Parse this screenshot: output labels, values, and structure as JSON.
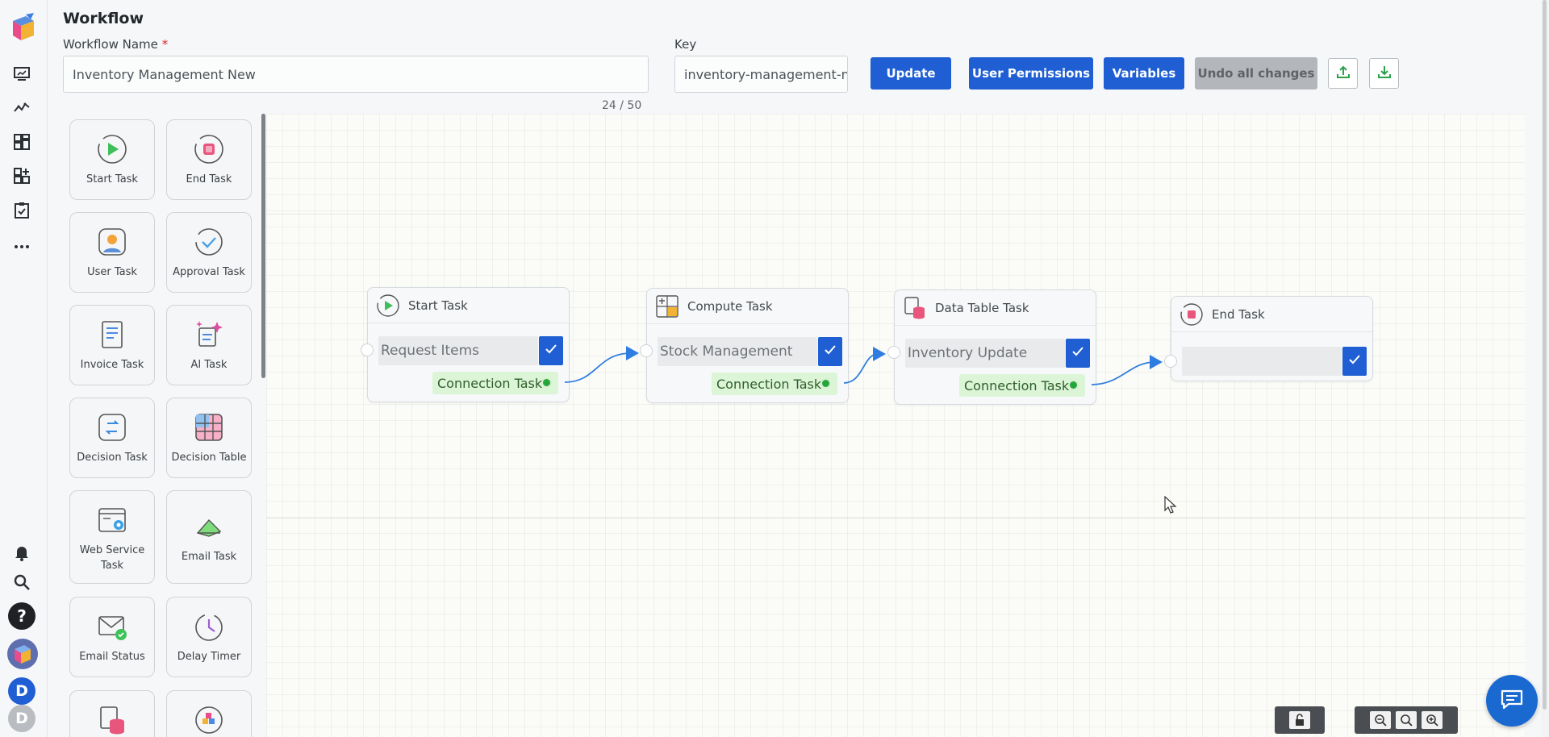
{
  "header": {
    "title": "Workflow",
    "name_label": "Workflow Name",
    "required_mark": "*",
    "name_value": "Inventory Management New",
    "key_label": "Key",
    "key_value": "inventory-management-n",
    "char_counter": "24 / 50"
  },
  "toolbar": {
    "update_label": "Update",
    "permissions_label": "User Permissions",
    "variables_label": "Variables",
    "undo_label": "Undo all changes",
    "upload_icon": "upload-icon",
    "download_icon": "download-icon"
  },
  "palette": {
    "items": [
      {
        "label": "Start Task",
        "icon": "start-task-icon"
      },
      {
        "label": "End Task",
        "icon": "end-task-icon"
      },
      {
        "label": "User Task",
        "icon": "user-task-icon"
      },
      {
        "label": "Approval Task",
        "icon": "approval-task-icon"
      },
      {
        "label": "Invoice Task",
        "icon": "invoice-task-icon"
      },
      {
        "label": "AI Task",
        "icon": "ai-task-icon"
      },
      {
        "label": "Decision Task",
        "icon": "decision-task-icon"
      },
      {
        "label": "Decision Table",
        "icon": "decision-table-icon"
      },
      {
        "label": "Web Service Task",
        "icon": "web-service-task-icon"
      },
      {
        "label": "Email Task",
        "icon": "email-task-icon"
      },
      {
        "label": "Email Status",
        "icon": "email-status-icon"
      },
      {
        "label": "Delay Timer",
        "icon": "delay-timer-icon"
      }
    ]
  },
  "nodes": [
    {
      "title": "Start Task",
      "field": "Request Items",
      "connection": "Connection Task"
    },
    {
      "title": "Compute Task",
      "field": "Stock Management",
      "connection": "Connection Task"
    },
    {
      "title": "Data Table Task",
      "field": "Inventory Update",
      "connection": "Connection Task"
    },
    {
      "title": "End Task",
      "field": "",
      "connection": ""
    }
  ],
  "rail": {
    "avatar_primary": "D",
    "avatar_secondary": "D"
  },
  "colors": {
    "primary": "#1f5fd3",
    "connection_bg": "#dcf5d7",
    "connection_dot": "#25a63b",
    "edge": "#2f7de1"
  }
}
